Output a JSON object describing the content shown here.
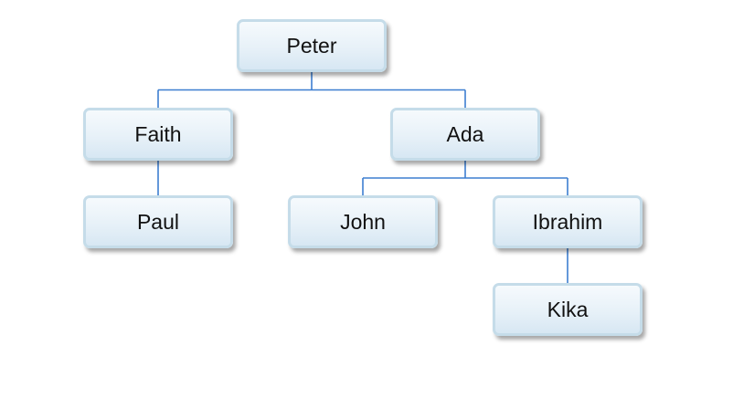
{
  "diagram": {
    "type": "org-chart",
    "colors": {
      "connector": "#3d7ed0",
      "node_border": "#c5dce9",
      "node_fill_top": "#f6fafd",
      "node_fill_bottom": "#d7e7f3"
    },
    "nodes": {
      "peter": {
        "label": "Peter"
      },
      "faith": {
        "label": "Faith"
      },
      "ada": {
        "label": "Ada"
      },
      "paul": {
        "label": "Paul"
      },
      "john": {
        "label": "John"
      },
      "ibrahim": {
        "label": "Ibrahim"
      },
      "kika": {
        "label": "Kika"
      }
    },
    "edges": [
      {
        "from": "peter",
        "to": "faith"
      },
      {
        "from": "peter",
        "to": "ada"
      },
      {
        "from": "faith",
        "to": "paul"
      },
      {
        "from": "ada",
        "to": "john"
      },
      {
        "from": "ada",
        "to": "ibrahim"
      },
      {
        "from": "ibrahim",
        "to": "kika"
      }
    ]
  }
}
